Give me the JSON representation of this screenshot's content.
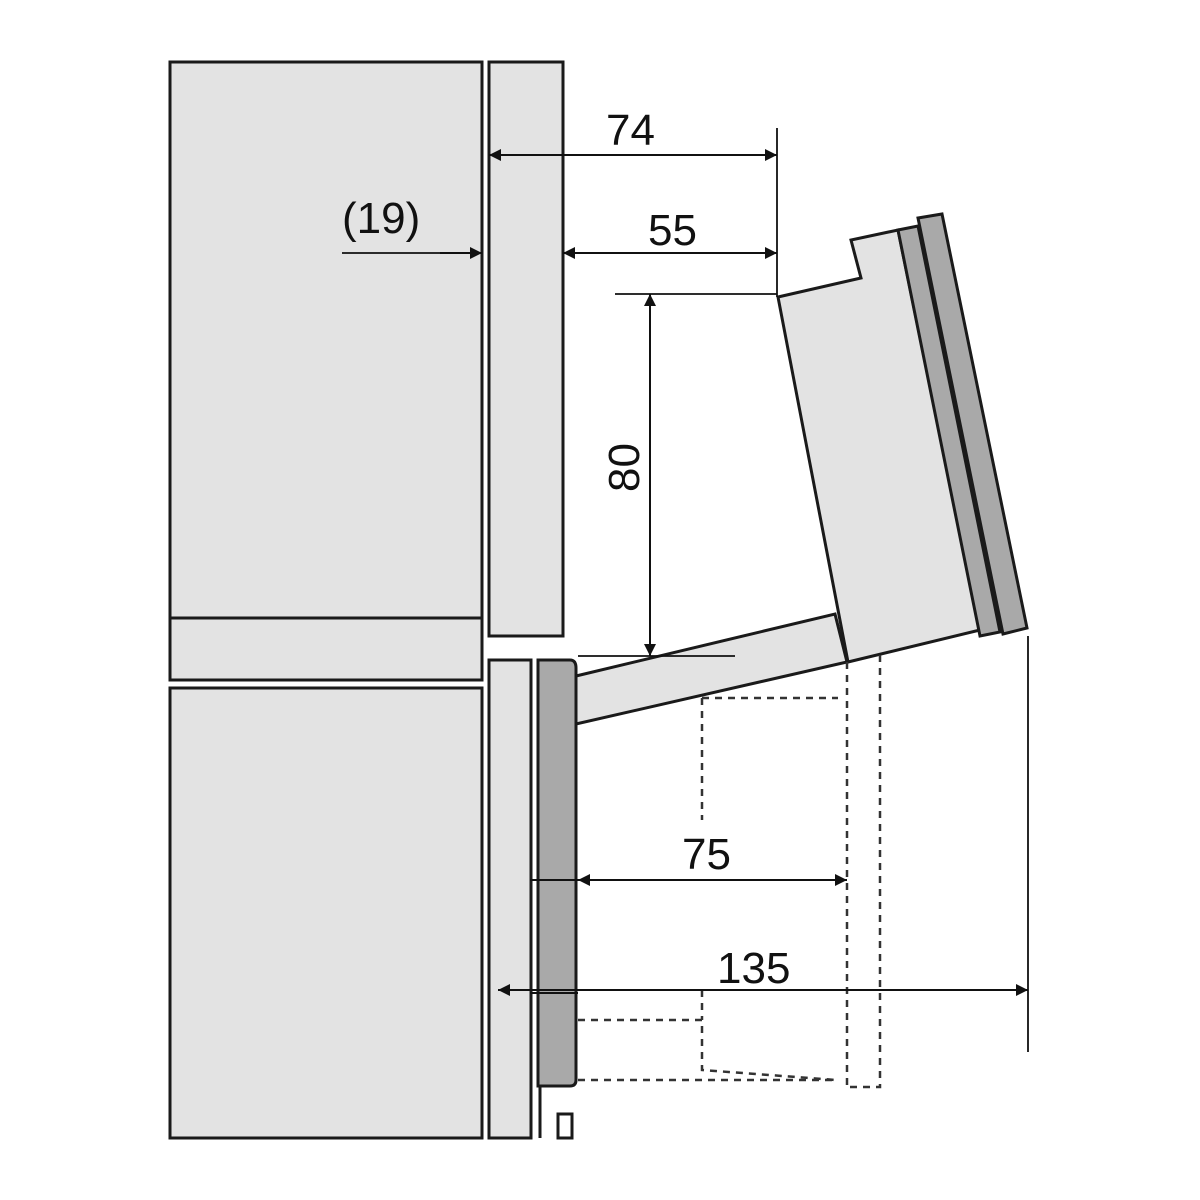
{
  "dimensions": {
    "d74": "74",
    "d19": "(19)",
    "d55": "55",
    "d80": "80",
    "d75": "75",
    "d135": "135"
  },
  "colors": {
    "panel_fill": "#e3e3e3",
    "trim_fill": "#a9a9a9",
    "outline": "#1a1a1a",
    "dashed": "#333333"
  }
}
